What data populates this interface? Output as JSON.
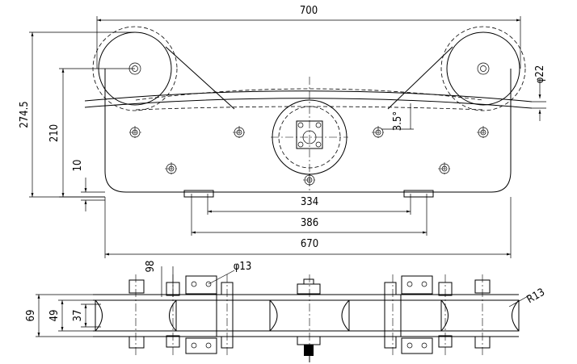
{
  "drawing": {
    "dimensions": {
      "overall_width": "700",
      "plate_width": "670",
      "bolt_span_386": "386",
      "bolt_span_334": "334",
      "overall_height": "274.5",
      "axle_height": "210",
      "base_offset": "10",
      "angle": "3.5°",
      "roller_diameter": "φ22",
      "hole_diameter": "φ13",
      "side_offset": "98",
      "radius": "R13",
      "width_69": "69",
      "width_49": "49",
      "width_37": "37"
    }
  }
}
